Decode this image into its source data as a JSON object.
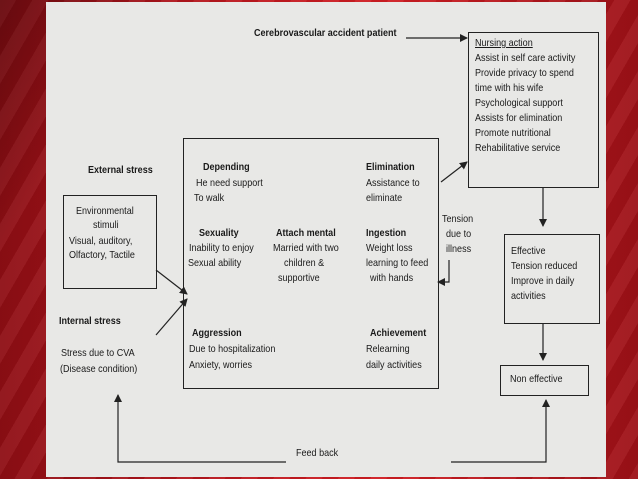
{
  "title": "Cerebrovascular accident patient",
  "external_stress": {
    "heading": "External stress",
    "box_lines": [
      "Environmental",
      "stimuli",
      "Visual, auditory,",
      "Olfactory, Tactile"
    ]
  },
  "internal_stress": {
    "heading": "Internal stress",
    "lines": [
      "Stress due to CVA",
      "(Disease condition)"
    ]
  },
  "center": {
    "depending": {
      "heading": "Depending",
      "lines": [
        "He need support",
        "To walk"
      ]
    },
    "elimination": {
      "heading": "Elimination",
      "lines": [
        "Assistance to",
        "eliminate"
      ]
    },
    "sexuality": {
      "heading": "Sexuality",
      "lines": [
        "Inability to enjoy",
        "Sexual ability"
      ]
    },
    "attach": {
      "heading": "Attach mental",
      "lines": [
        "Married with two",
        "children &",
        "supportive"
      ]
    },
    "ingestion": {
      "heading": "Ingestion",
      "lines": [
        "Weight loss",
        "learning to feed",
        "with hands"
      ]
    },
    "aggression": {
      "heading": "Aggression",
      "lines": [
        "Due to hospitalization",
        "Anxiety, worries"
      ]
    },
    "achievement": {
      "heading": "Achievement",
      "lines": [
        "Relearning",
        "daily activities"
      ]
    }
  },
  "tension": {
    "lines": [
      "Tension",
      "due to",
      "illness"
    ]
  },
  "nursing": {
    "heading": "Nursing action",
    "lines": [
      "Assist in self care activity",
      "Provide privacy to spend",
      "time with his wife",
      "Psychological support",
      "Assists for elimination",
      "Promote nutritional",
      "Rehabilitative service"
    ]
  },
  "effective": {
    "lines": [
      "Effective",
      "Tension reduced",
      "Improve in daily",
      "activities"
    ]
  },
  "non_effective": {
    "label": "Non effective"
  },
  "feedback": {
    "label": "Feed back"
  }
}
